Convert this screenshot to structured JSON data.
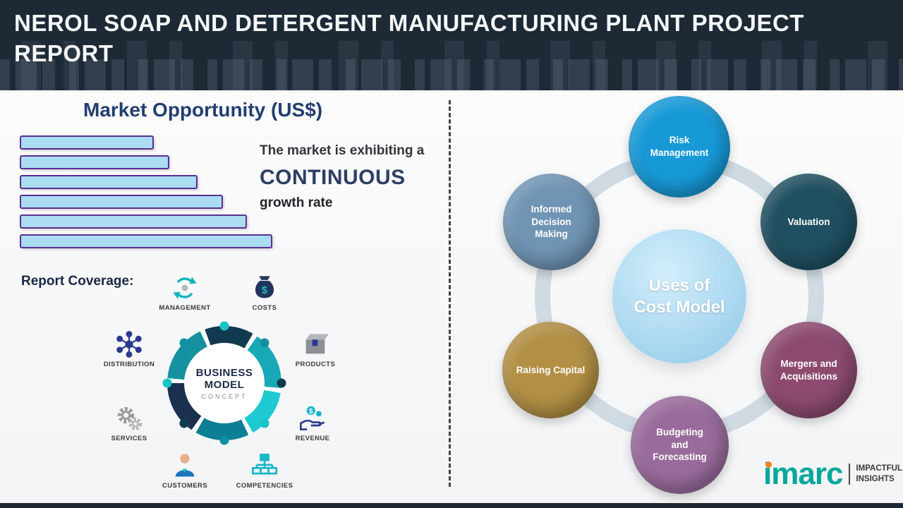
{
  "header": {
    "title_line1": "NEROL SOAP AND DETERGENT MANUFACTURING PLANT PROJECT",
    "title_line2": "REPORT"
  },
  "market": {
    "title": "Market Opportunity (US$)",
    "subtitle_line1": "The market is exhibiting a",
    "subtitle_emphasis": "CONTINUOUS",
    "subtitle_line2": "growth rate",
    "bar_fill": "#aadcf2",
    "bar_border": "#5b2f91",
    "bars": [
      190,
      212,
      252,
      288,
      322,
      358
    ]
  },
  "chart_data": {
    "type": "bar",
    "orientation": "horizontal",
    "categories": [
      "",
      "",
      "",
      "",
      "",
      ""
    ],
    "values": [
      190,
      212,
      252,
      288,
      322,
      358
    ],
    "title": "Market Opportunity (US$)",
    "xlabel": "",
    "ylabel": "",
    "note": "unlabeled decorative growth bars, increasing top to bottom"
  },
  "report_coverage": {
    "label": "Report Coverage:",
    "diagram_center": [
      "BUSINESS",
      "MODEL",
      "CONCEPT"
    ],
    "items": [
      "MANAGEMENT",
      "COSTS",
      "DISTRIBUTION",
      "PRODUCTS",
      "SERVICES",
      "REVENUE",
      "CUSTOMERS",
      "COMPETENCIES"
    ]
  },
  "cost_model": {
    "center_line1": "Uses of",
    "center_line2": "Cost Model",
    "ring_color": "#cfdae2",
    "center_color": "#8fc9e8",
    "nodes": [
      {
        "label": "Risk Management",
        "color": "#1799d6"
      },
      {
        "label": "Valuation",
        "color": "#1f4f60"
      },
      {
        "label": "Mergers and Acquisitions",
        "color": "#8c4a6f"
      },
      {
        "label": "Budgeting and Forecasting",
        "color": "#996b9c"
      },
      {
        "label": "Raising Capital",
        "color": "#b28f44"
      },
      {
        "label": "Informed Decision Making",
        "color": "#7094b4"
      }
    ]
  },
  "logo": {
    "brand": "imarc",
    "brand_color": "#00a79b",
    "dot_color": "#f5821f",
    "tagline_line1": "IMPACTFUL",
    "tagline_line2": "INSIGHTS"
  }
}
